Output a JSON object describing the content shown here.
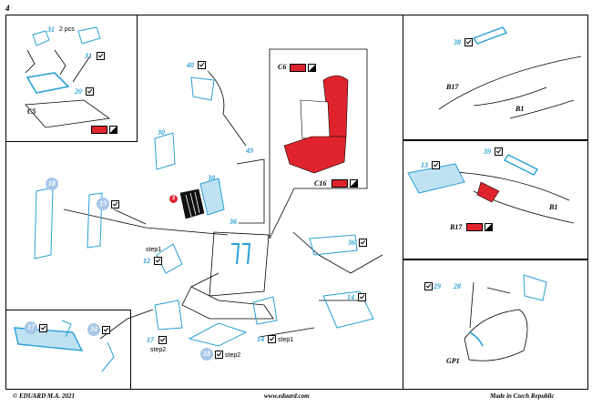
{
  "page": {
    "number": "4"
  },
  "footer": {
    "copyright": "© EDUARD  M.A. 2021",
    "website": "www.eduard.com",
    "origin": "Made in Czech Republic"
  },
  "colors": {
    "part_blue": "#2aa0d4",
    "red": "#e0242e",
    "badge_grey": "#a8c7e8",
    "line": "#000000"
  },
  "top_left_panel": {
    "part_a": "31",
    "part_a_qty": "2 pcs",
    "part_b": "31",
    "part_c": "20",
    "plastic": "C5"
  },
  "main": {
    "parts": [
      "40",
      "30",
      "30",
      "49",
      "36",
      "36",
      "12",
      "14",
      "14",
      "17",
      "18"
    ],
    "plastic_markers": [
      "18",
      "19"
    ],
    "red_marker": "3",
    "steps": [
      "step1",
      "step2",
      "step1",
      "step2"
    ]
  },
  "seat_inset": {
    "paint_a": "C6",
    "paint_b": "C16"
  },
  "right_top_panel": {
    "part": "38",
    "fuselage_a": "B17",
    "fuselage_b": "B1"
  },
  "right_mid_panel": {
    "part_a": "39",
    "part_b": "13",
    "fuselage": "B1",
    "paint": "B17"
  },
  "right_bottom_panel": {
    "part_a": "29",
    "part_b": "28",
    "plastic": "GP1"
  },
  "bottom_left_panel": {
    "part_a": "17",
    "part_b": "34"
  }
}
